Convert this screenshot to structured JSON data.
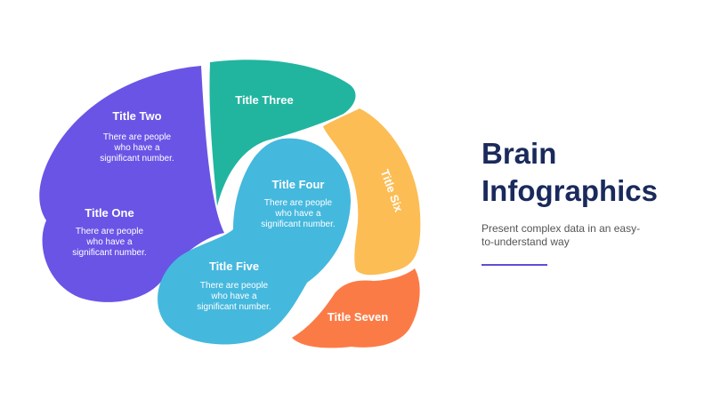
{
  "heading": {
    "line1": "Brain",
    "line2": "Infographics"
  },
  "subtitle": {
    "line1": "Present complex data in an easy-",
    "line2": "to-understand way"
  },
  "colors": {
    "purple": "#6a54e6",
    "teal": "#21b5a0",
    "yellow": "#fcbd55",
    "blue": "#45b8de",
    "orange": "#fb7b47",
    "heading": "#1a2a5c",
    "accent_rule": "#5b4fd6"
  },
  "lobes": {
    "one": {
      "title": "Title One",
      "body": [
        "There are people",
        "who have a",
        "significant number."
      ]
    },
    "two": {
      "title": "Title Two",
      "body": [
        "There are people",
        "who have a",
        "significant number."
      ]
    },
    "three": {
      "title": "Title Three"
    },
    "four": {
      "title": "Title Four",
      "body": [
        "There are people",
        "who have a",
        "significant number."
      ]
    },
    "five": {
      "title": "Title Five",
      "body": [
        "There are people",
        "who have a",
        "significant number."
      ]
    },
    "six": {
      "title": "Title Six"
    },
    "seven": {
      "title": "Title Seven"
    }
  }
}
